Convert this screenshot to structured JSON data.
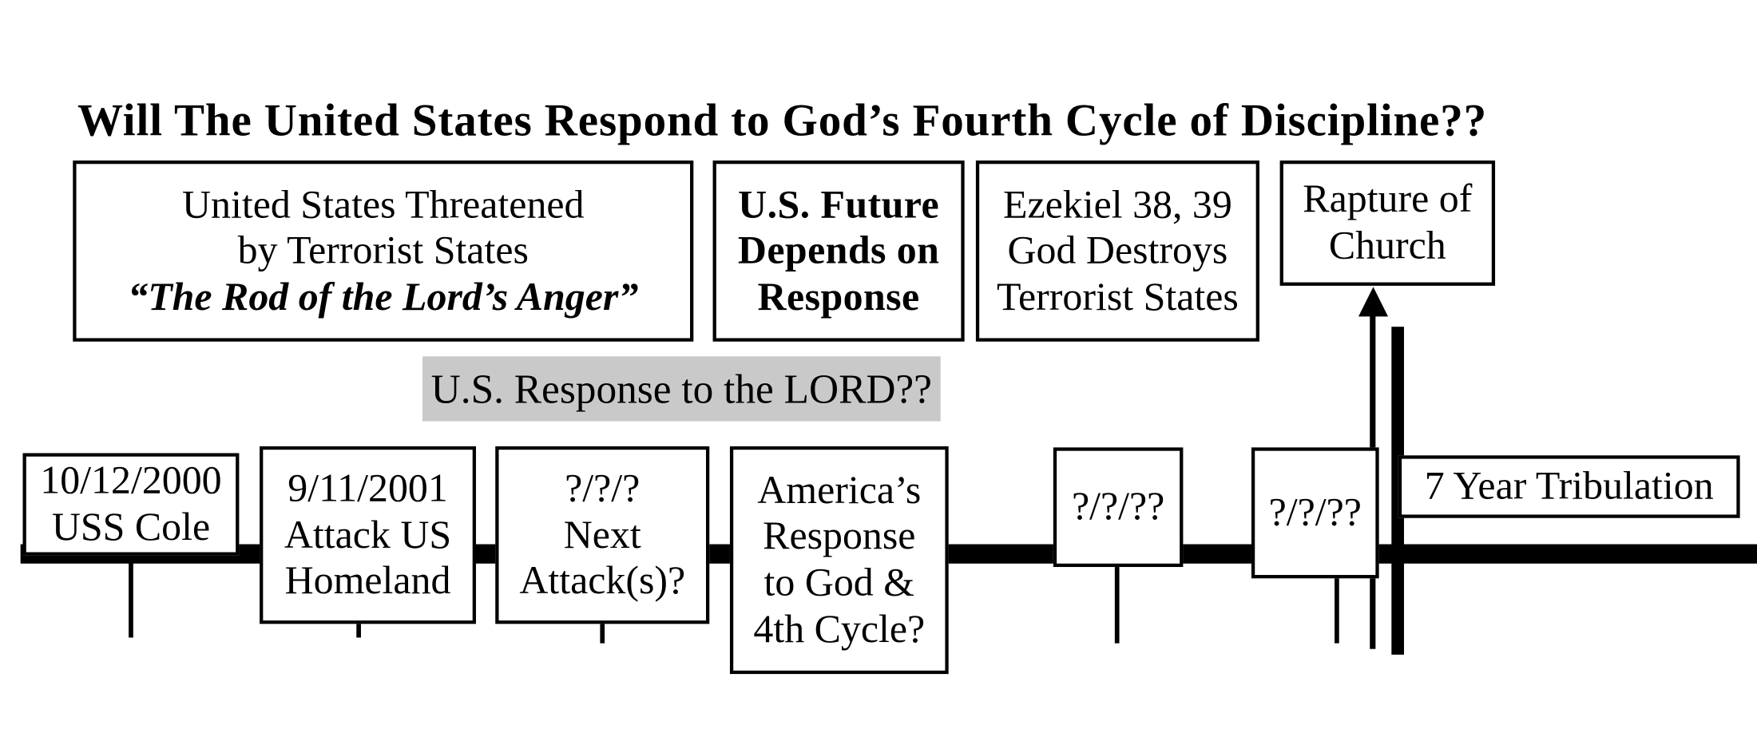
{
  "title": "Will The United States Respond to God’s Fourth Cycle of Discipline??",
  "timeline": {
    "band_label": "U.S. Response to the LORD??"
  },
  "upper_boxes": [
    {
      "name": "us-threatened-box",
      "lines": [
        "United States Threatened",
        "by Terrorist States"
      ],
      "emphasis_line": "“The Rod of the Lord’s Anger”"
    },
    {
      "name": "us-future-box",
      "lines": [
        "U.S. Future",
        "Depends on",
        "Response"
      ]
    },
    {
      "name": "ezekiel-box",
      "lines": [
        "Ezekiel 38, 39",
        "God Destroys",
        "Terrorist States"
      ]
    },
    {
      "name": "rapture-box",
      "lines": [
        "Rapture of",
        "Church"
      ]
    }
  ],
  "lower_boxes": [
    {
      "name": "uss-cole-box",
      "lines": [
        "10/12/2000",
        "USS Cole"
      ]
    },
    {
      "name": "attack-us-homeland-box",
      "lines": [
        "9/11/2001",
        "Attack US",
        "Homeland"
      ]
    },
    {
      "name": "next-attacks-box",
      "lines": [
        "?/?/?",
        "Next",
        "Attack(s)?"
      ]
    },
    {
      "name": "americas-response-box",
      "lines": [
        "America’s",
        "Response",
        "to God &",
        "4th Cycle?"
      ]
    },
    {
      "name": "unknown-date-box-1",
      "lines": [
        "?/?/??"
      ]
    },
    {
      "name": "unknown-date-box-2",
      "lines": [
        "?/?/??"
      ]
    },
    {
      "name": "tribulation-box",
      "lines": [
        "7 Year Tribulation"
      ]
    }
  ],
  "colors": {
    "line": "#000000",
    "band_fill": "#c9c9c9",
    "background": "#ffffff"
  }
}
